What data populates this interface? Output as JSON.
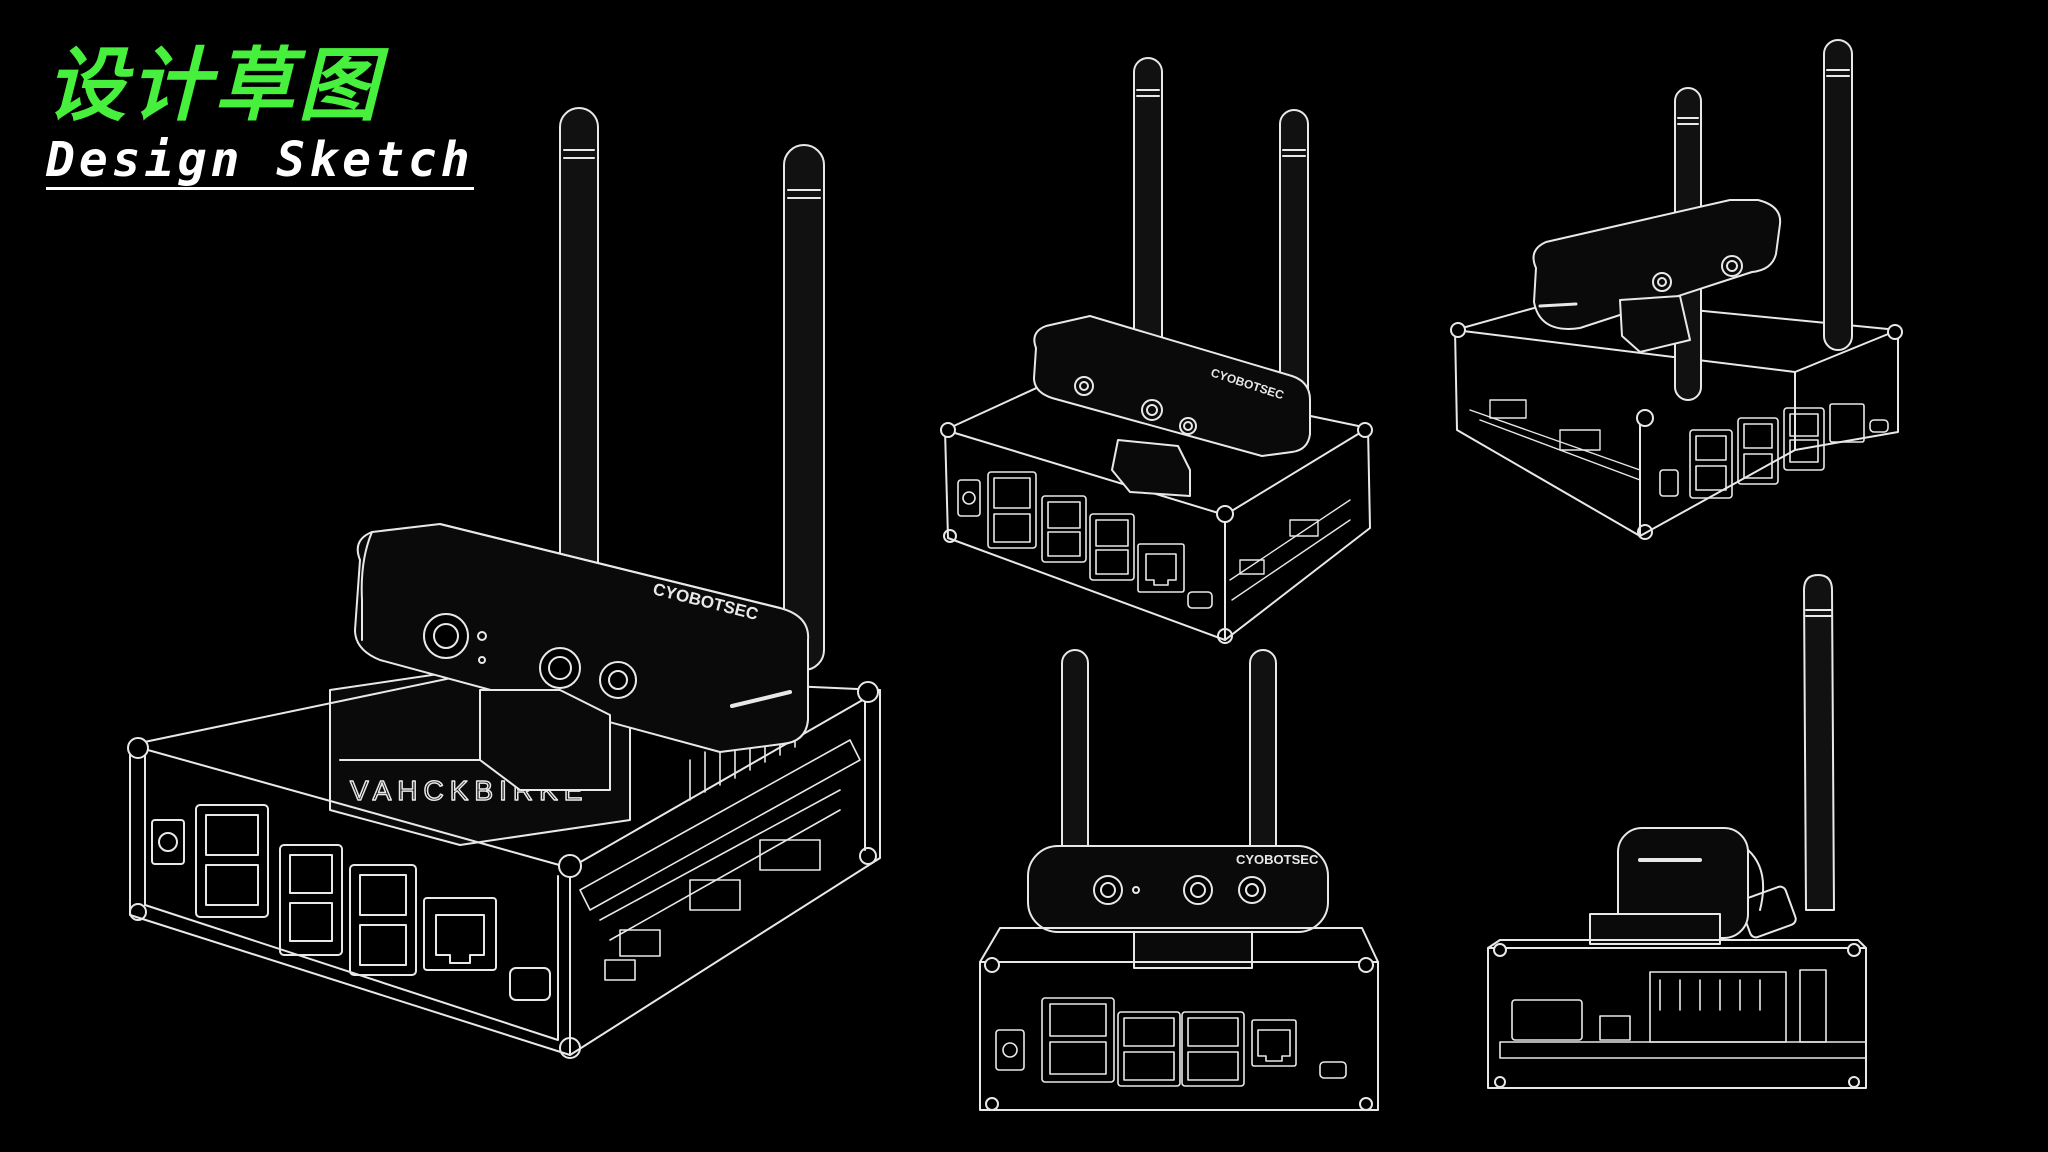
{
  "heading": {
    "title_cn": "设计草图",
    "title_en": "Design Sketch"
  },
  "brand": {
    "camera_logo": "CYOBOTSEC",
    "board_marking": "VAHCKBIRKE"
  },
  "colors": {
    "background": "#000000",
    "title_green": "#46f03c",
    "line": "#e8e8e8",
    "fill_dark": "#0a0a0a",
    "fill_antenna": "#111111"
  },
  "views": [
    {
      "label": "main-isometric-view"
    },
    {
      "label": "top-front-view"
    },
    {
      "label": "rear-isometric-view"
    },
    {
      "label": "front-view"
    },
    {
      "label": "side-view"
    }
  ]
}
